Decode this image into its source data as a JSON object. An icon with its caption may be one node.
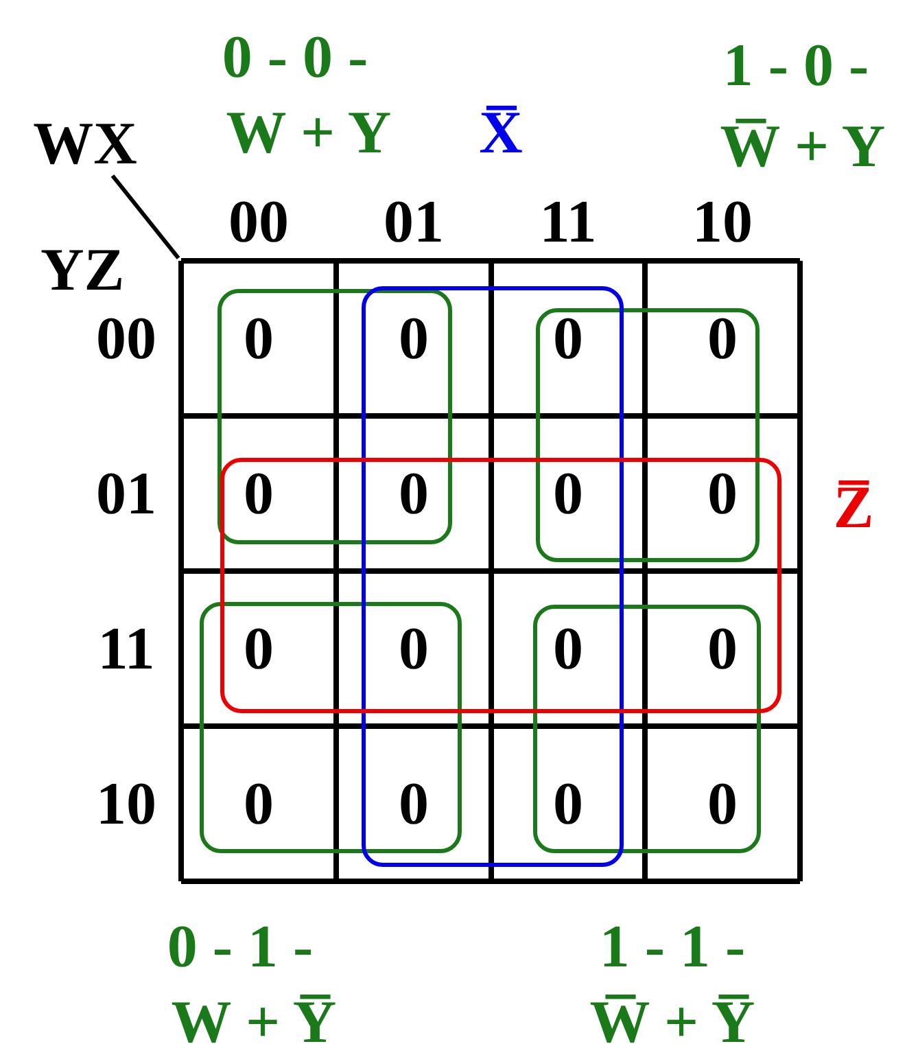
{
  "diagram": {
    "labels": [
      "0 - 0 -",
      "1 - 0 -",
      "WX",
      "W + Y",
      "X̅",
      "W̅ + Y",
      "00",
      "01",
      "11",
      "10",
      "YZ",
      "00",
      "0",
      "0",
      "0",
      "0",
      "01",
      "0",
      "0",
      "0",
      "0",
      "Z̅",
      "11",
      "0",
      "0",
      "0",
      "0",
      "10",
      "0",
      "0",
      "0",
      "0",
      "0 - 1 -",
      "1 - 1 -",
      "W + Y̅",
      "W̅ + Y̅"
    ]
  }
}
